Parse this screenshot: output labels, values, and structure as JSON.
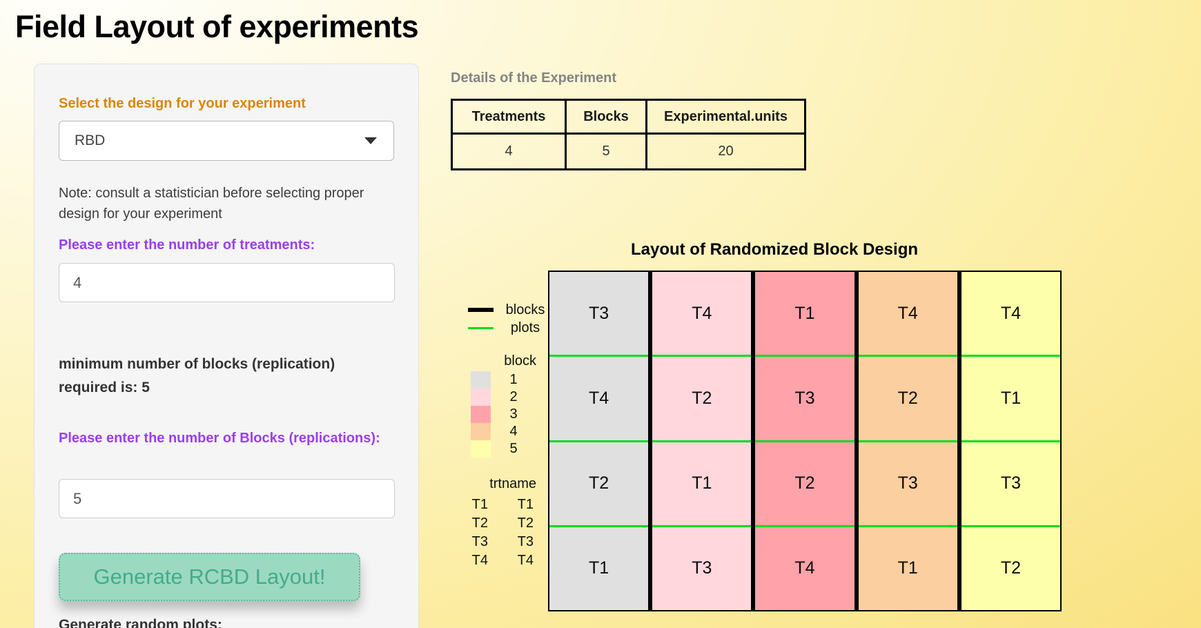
{
  "page": {
    "title": "Field Layout of experiments"
  },
  "sidebar": {
    "design_label": "Select the design for your experiment",
    "design_value": "RBD",
    "note": "Note: consult a statistician before selecting proper design for your experiment",
    "treatments_label": "Please enter the number of treatments:",
    "treatments_value": "4",
    "min_blocks_text": "minimum number of blocks (replication) required is: 5",
    "blocks_label": "Please enter the number of Blocks (replications):",
    "blocks_value": "5",
    "generate_button": "Generate RCBD Layout!",
    "random_plots_label": "Generate random plots:"
  },
  "details": {
    "title": "Details of the Experiment",
    "headers": [
      "Treatments",
      "Blocks",
      "Experimental.units"
    ],
    "values": [
      "4",
      "5",
      "20"
    ]
  },
  "plot": {
    "title": "Layout of Randomized Block Design",
    "legend": {
      "blocks_label": "blocks",
      "plots_label": "plots",
      "block_header": "block",
      "blocks": [
        {
          "id": "1",
          "color": "#e0e0e0"
        },
        {
          "id": "2",
          "color": "#ffd7dd"
        },
        {
          "id": "3",
          "color": "#ffa2a9"
        },
        {
          "id": "4",
          "color": "#fccfa0"
        },
        {
          "id": "5",
          "color": "#feffab"
        }
      ],
      "trt_header": "trtname",
      "treatments": [
        [
          "T1",
          "T1"
        ],
        [
          "T2",
          "T2"
        ],
        [
          "T3",
          "T3"
        ],
        [
          "T4",
          "T4"
        ]
      ]
    },
    "colors": {
      "block_divider": "#000000",
      "plot_line": "#00dd1c"
    }
  },
  "chart_data": {
    "type": "heatmap",
    "title": "Layout of Randomized Block Design",
    "columns": [
      "block 1",
      "block 2",
      "block 3",
      "block 4",
      "block 5"
    ],
    "column_colors": [
      "#e0e0e0",
      "#ffd7dd",
      "#ffa2a9",
      "#fccfa0",
      "#feffab"
    ],
    "rows": [
      [
        "T3",
        "T4",
        "T1",
        "T4",
        "T4"
      ],
      [
        "T4",
        "T2",
        "T3",
        "T2",
        "T1"
      ],
      [
        "T2",
        "T1",
        "T2",
        "T3",
        "T3"
      ],
      [
        "T1",
        "T3",
        "T4",
        "T1",
        "T2"
      ]
    ],
    "legend_position": "left",
    "grid": "block boundaries black, plot boundaries green"
  }
}
